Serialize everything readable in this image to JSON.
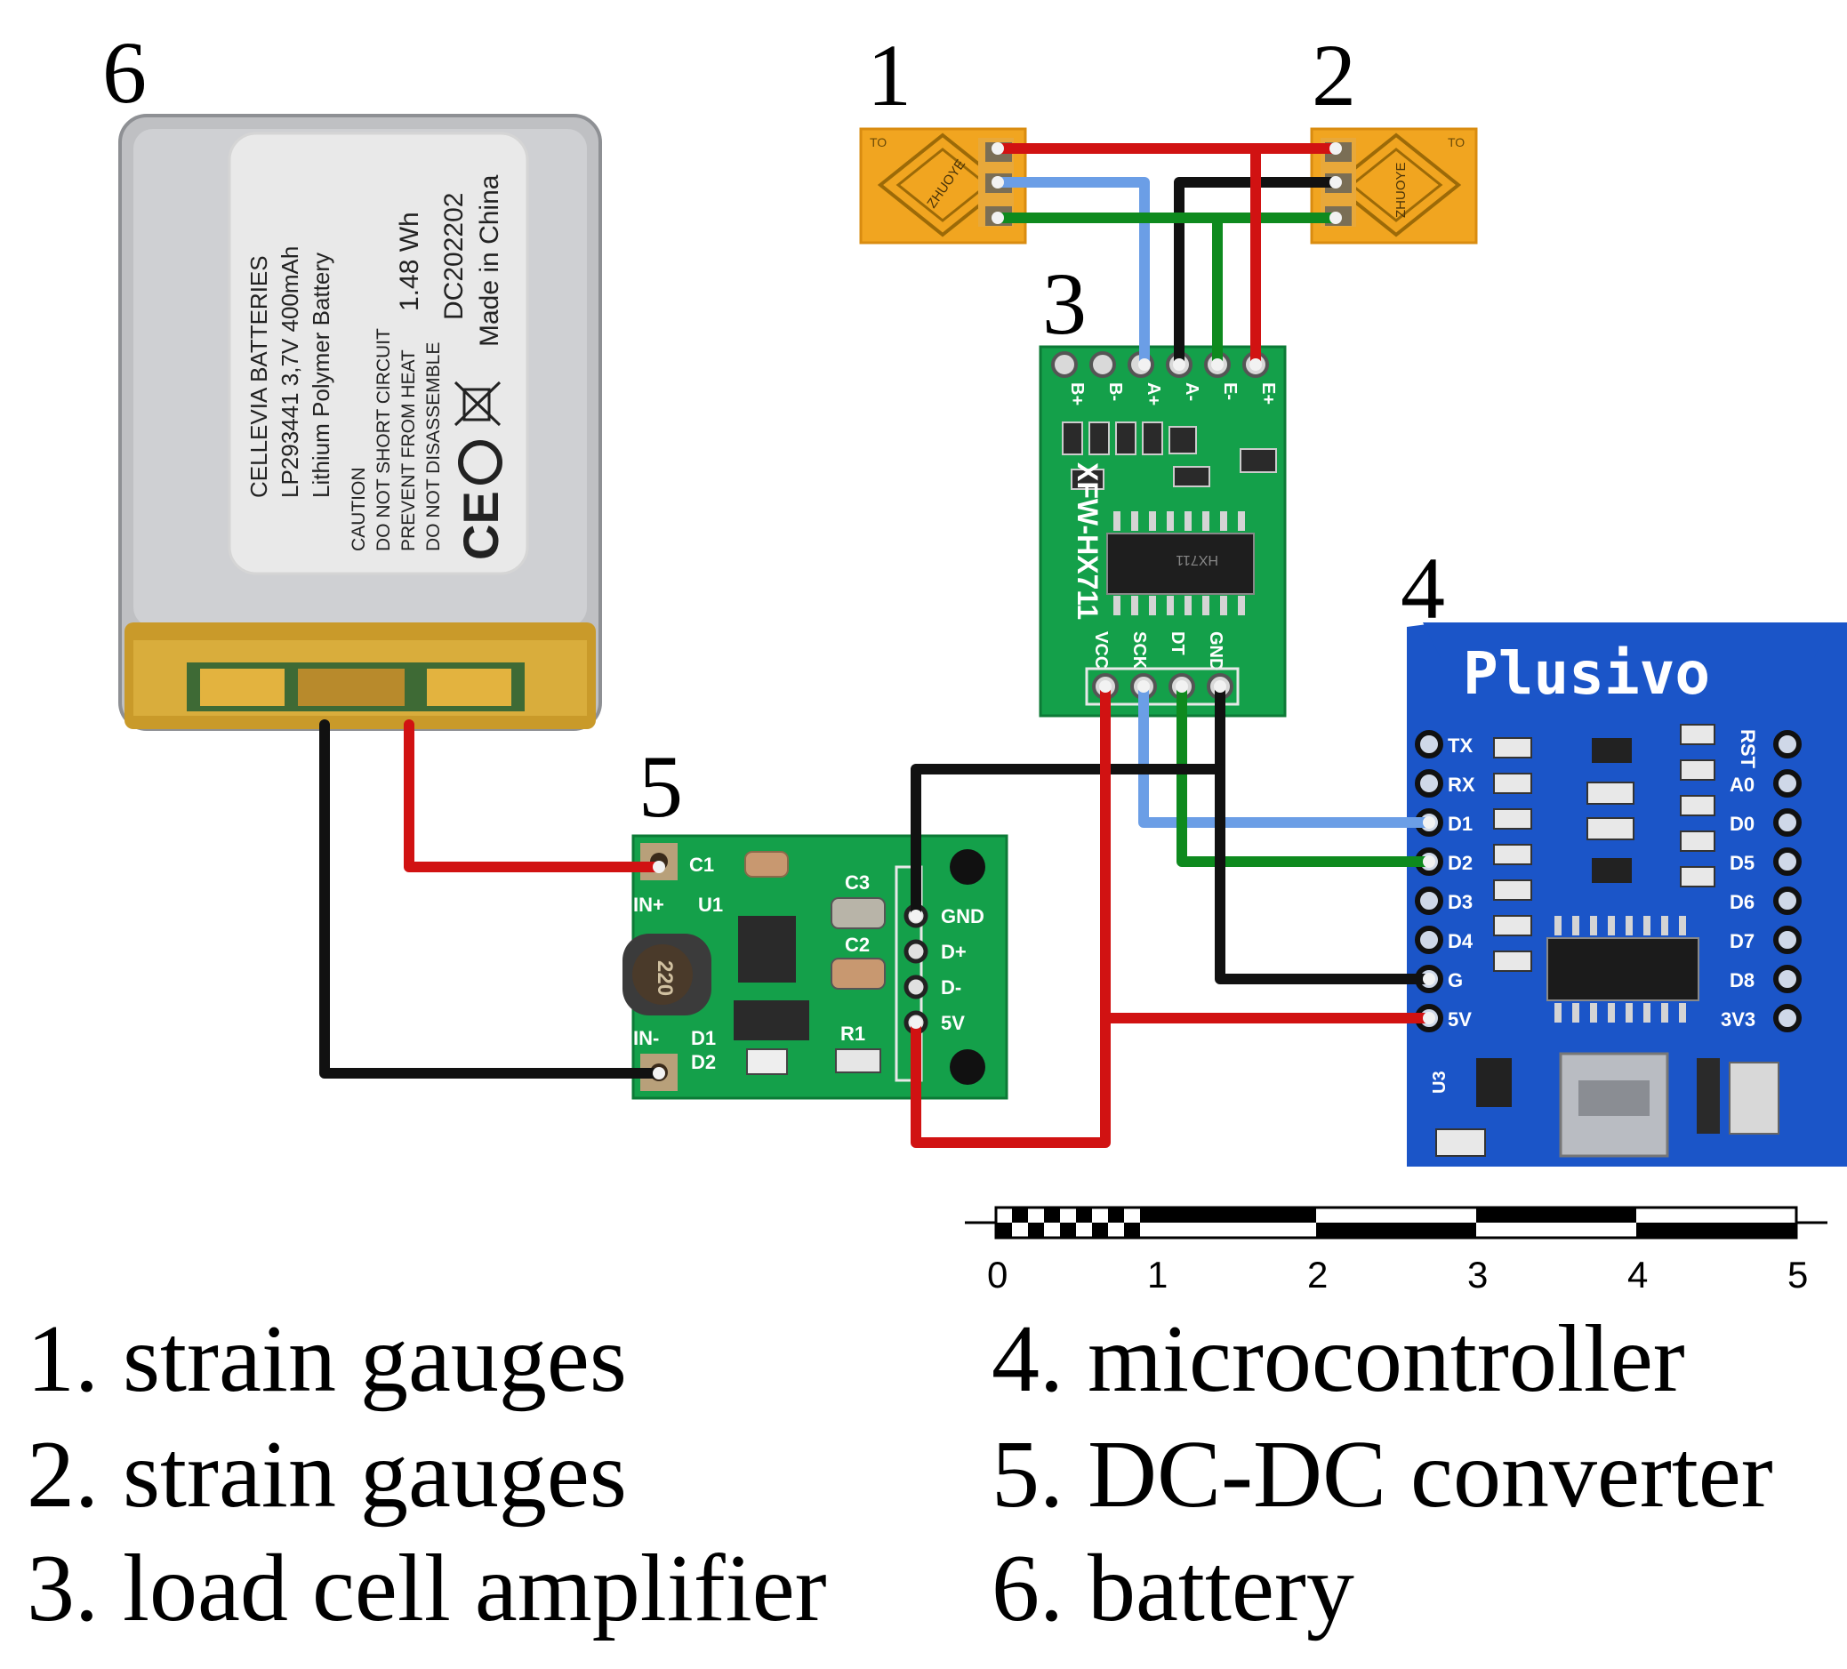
{
  "labels": {
    "battery": "6",
    "gauge_left": "1",
    "gauge_right": "2",
    "amplifier": "3",
    "microcontroller": "4",
    "converter": "5"
  },
  "battery_label": {
    "line1": "CELLEVIA BATTERIES",
    "line2": "LP293441 3,7V 400mAh",
    "line3": "Lithium Polymer Battery",
    "line4": "CAUTION",
    "line5": "DO NOT SHORT CIRCUIT",
    "line6": "PREVENT FROM HEAT",
    "line7": "DO NOT DISASSEMBLE",
    "line8": "1.48 Wh",
    "line9": "DC202202",
    "line10": "Made in China",
    "ce_mark": "CE"
  },
  "gauges": {
    "left_text": "ZHUOYE",
    "right_text": "ZHUOYE",
    "left_mark": "TO",
    "right_mark": "TO"
  },
  "amplifier": {
    "model": "XFW-HX711",
    "top_pins": [
      "B+",
      "B-",
      "A+",
      "A-",
      "E-",
      "E+"
    ],
    "bottom_pins": [
      "VCC",
      "SCK",
      "DT",
      "GND"
    ],
    "chip": "HX711"
  },
  "converter": {
    "in_plus": "IN+",
    "in_minus": "IN-",
    "c1": "C1",
    "c2": "C2",
    "c3": "C3",
    "u1": "U1",
    "d1": "D1",
    "d2": "D2",
    "r1": "R1",
    "inductor": "220",
    "out_pins": [
      "GND",
      "D+",
      "D-",
      "5V"
    ]
  },
  "microcontroller": {
    "brand": "Plusivo",
    "left_pins": [
      "TX",
      "RX",
      "D1",
      "D2",
      "D3",
      "D4",
      "G",
      "5V"
    ],
    "right_pins": [
      "RST",
      "A0",
      "D0",
      "D5",
      "D6",
      "D7",
      "D8",
      "3V3"
    ],
    "u3": "U3"
  },
  "scale_bar": {
    "ticks": [
      "0",
      "1",
      "2",
      "3",
      "4",
      "5"
    ]
  },
  "legend": [
    "1. strain gauges",
    "2. strain gauges",
    "3. load cell amplifier",
    "4. microcontroller",
    "5. DC-DC converter",
    "6. battery"
  ],
  "colors": {
    "wire_red": "#d11212",
    "wire_black": "#111111",
    "wire_blue": "#6b9ee6",
    "wire_green": "#0e8a1e",
    "pcb_green": "#14a04a",
    "mcu_blue": "#1b55c8",
    "gauge_orange": "#f1a520",
    "battery_silver": "#c8c9cc",
    "battery_label": "#e9e9e9"
  }
}
